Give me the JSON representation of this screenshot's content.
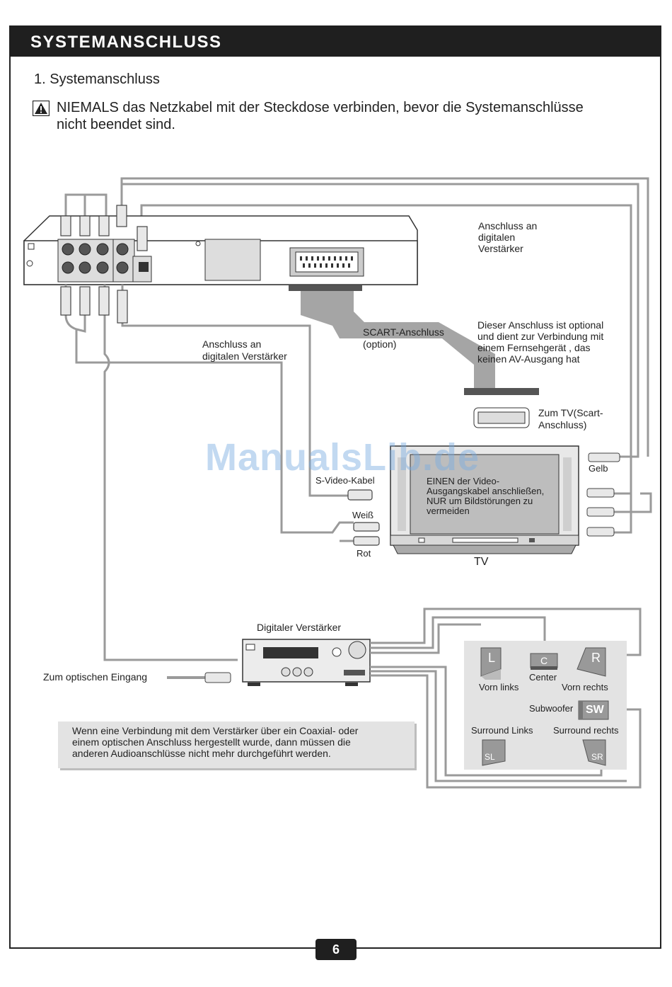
{
  "header": {
    "title": "SYSTEMANSCHLUSS"
  },
  "section_title": "1. Systemanschluss",
  "warning": {
    "icon": "warning-triangle-icon",
    "line1": "NIEMALS das Netzkabel mit der Steckdose verbinden, bevor die Systemanschlüsse",
    "line2": "nicht beendet sind."
  },
  "diagram": {
    "dvd_digital_amp": {
      "line1": "Anschluss an",
      "line2": "digitalen",
      "line3": "Verstärker"
    },
    "scart_option_info": {
      "line1": "Dieser Anschluss ist optional",
      "line2": "und dient zur Verbindung mit",
      "line3": "einem Fernsehgerät , das",
      "line4": "keinen AV-Ausgang hat"
    },
    "scart": {
      "line1": "SCART-Anschluss",
      "line2": "(option)"
    },
    "coax_digital_amp": {
      "line1": "Anschluss an",
      "line2": "digitalen Verstärker"
    },
    "zum_tv": {
      "line1": "Zum TV(Scart-",
      "line2": "Anschluss)"
    },
    "watermark": "ManualsLib.de",
    "gelb": "Gelb",
    "s_video": "S-Video-Kabel",
    "weiss": "Weiß",
    "rot": "Rot",
    "tv_screen": {
      "line1": "EINEN der Video-",
      "line2": "Ausgangskabel anschließen,",
      "line3": "NUR um Bildstörungen zu",
      "line4": "vermeiden"
    },
    "tv": "TV",
    "digital_amp": "Digitaler Verstärker",
    "optical_in": "Zum optischen Eingang",
    "speakers": {
      "front_left": {
        "badge": "L",
        "label": "Vorn links"
      },
      "center": {
        "badge": "C",
        "label": "Center"
      },
      "front_right": {
        "badge": "R",
        "label": "Vorn rechts"
      },
      "subwoofer": {
        "badge": "SW",
        "label": "Subwoofer"
      },
      "surround_left": {
        "badge": "SL",
        "label": "Surround Links"
      },
      "surround_right": {
        "badge": "SR",
        "label": "Surround rechts"
      }
    }
  },
  "note": {
    "line1": "Wenn eine Verbindung mit dem Verstärker über ein Coaxial- oder",
    "line2": "einem optischen Anschluss hergestellt wurde, dann müssen die",
    "line3": "anderen Audioanschlüsse nicht mehr durchgeführt werden."
  },
  "page_number": "6",
  "colors": {
    "header_bg": "#1f1f1f",
    "panel_gray": "#e3e3e3",
    "cable_gray": "#999999",
    "watermark": "#78aae1"
  }
}
